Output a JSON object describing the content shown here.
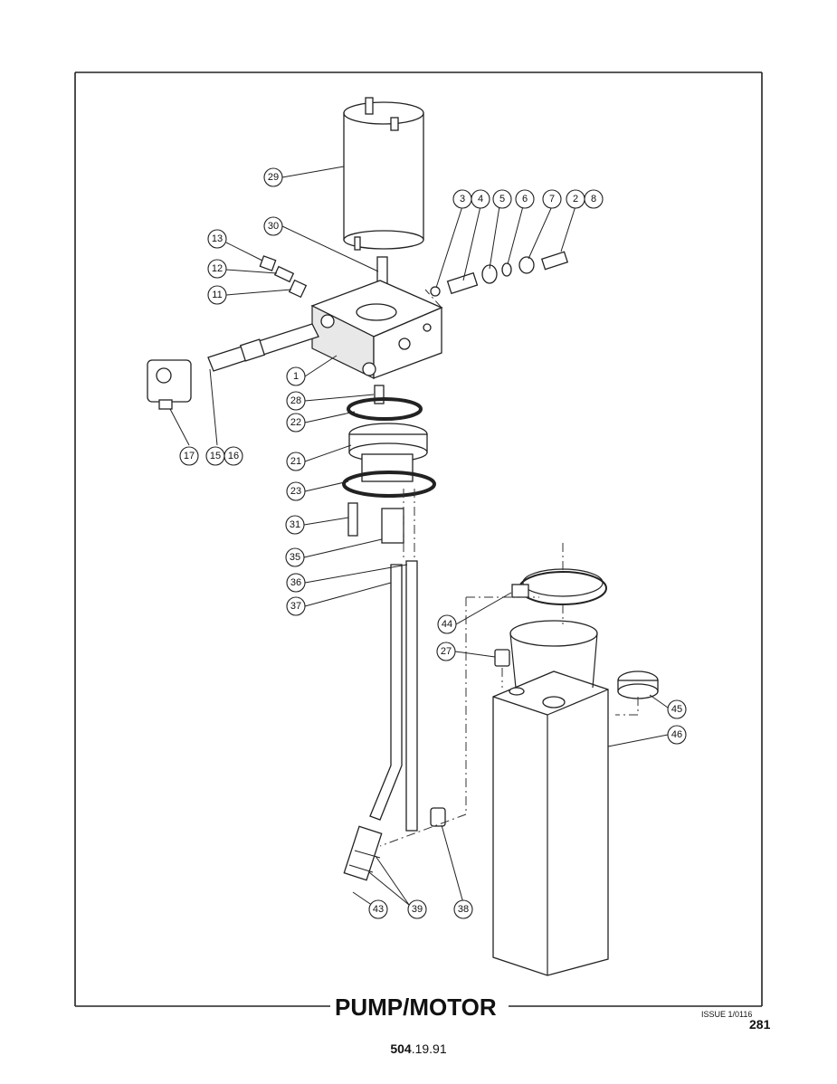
{
  "title": "PUMP/MOTOR",
  "issue": "ISSUE 1/0116",
  "page_number": "281",
  "doc_number_bold": "504",
  "doc_number_rest": ".19.91",
  "callouts": [
    "29",
    "30",
    "3",
    "4",
    "5",
    "6",
    "7",
    "2",
    "8",
    "13",
    "12",
    "11",
    "1",
    "28",
    "22",
    "21",
    "23",
    "17",
    "15",
    "16",
    "31",
    "35",
    "36",
    "37",
    "44",
    "27",
    "45",
    "46",
    "43",
    "39",
    "38"
  ]
}
